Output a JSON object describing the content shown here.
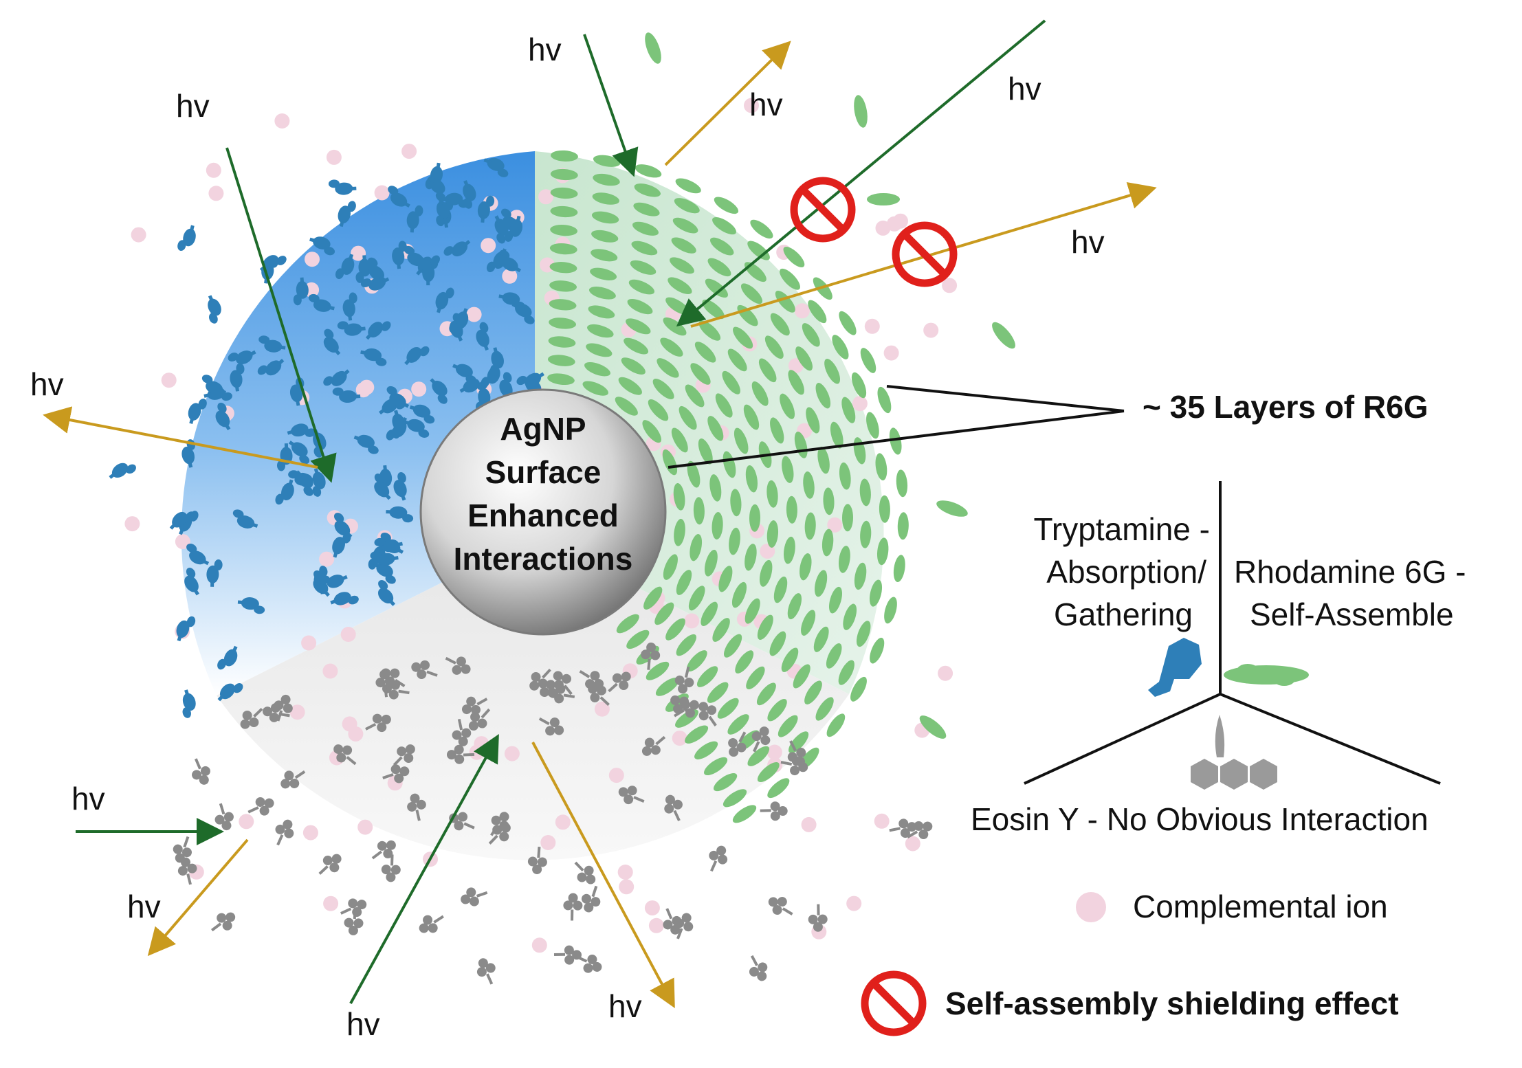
{
  "center": {
    "line1": "AgNP",
    "line2": "Surface",
    "line3": "Enhanced",
    "line4": "Interactions"
  },
  "photon_label": "hv",
  "layers_label": "~ 35 Layers of R6G",
  "legend": {
    "tryptamine": {
      "line1": "Tryptamine -",
      "line2": "Absorption/",
      "line3": "Gathering"
    },
    "rhodamine": {
      "line1": "Rhodamine 6G -",
      "line2": "Self-Assemble"
    },
    "eosin": "Eosin Y - No Obvious Interaction",
    "ion": "Complemental ion",
    "shielding": "Self-assembly shielding effect"
  },
  "colors": {
    "tryptamine": "#2e7fb8",
    "rhodamine": "#7cc47a",
    "eosin": "#8a8a8a",
    "ion": "#f2d3df",
    "incident_arrow": "#1e6b2a",
    "scattered_arrow": "#c99a1e",
    "no_symbol": "#e0201b"
  }
}
